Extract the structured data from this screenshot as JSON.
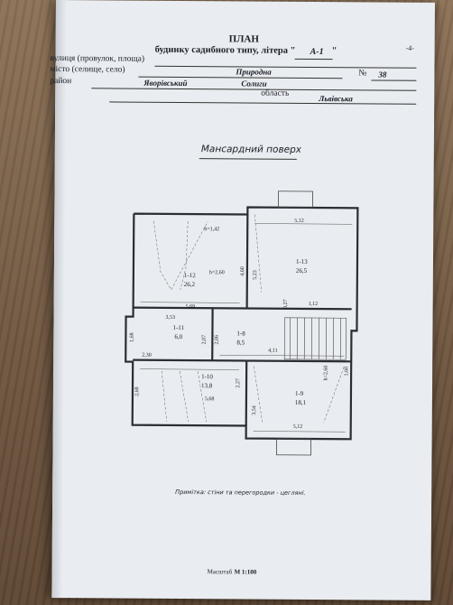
{
  "header": {
    "title": "ПЛАН",
    "page_number": "-4-",
    "subtitle": "будинку садибного типу, літера \"",
    "litera": "А-1",
    "quote_close": "\""
  },
  "address": {
    "street_label": "вулиця (провулок, площа)",
    "city_label": "місто (селище, село)",
    "city_value": "Природна",
    "number_label": "№",
    "number_value": "38",
    "district_label": "район",
    "district_value": "Яворівський",
    "village_value": "Солиги",
    "region_label": "область",
    "region_value": "Львівська"
  },
  "floor_title": "Мансардний поверх",
  "rooms": [
    {
      "id": "1-12",
      "area": "26,2"
    },
    {
      "id": "1-13",
      "area": "26,5"
    },
    {
      "id": "1-11",
      "area": "6,0"
    },
    {
      "id": "1-8",
      "area": "8,5"
    },
    {
      "id": "1-10",
      "area": "13,8"
    },
    {
      "id": "1-9",
      "area": "18,1"
    }
  ],
  "dimensions": [
    "h=1,42",
    "h=2,60",
    "4,60",
    "5,69",
    "5,12",
    "5,23",
    "0,27",
    "1,12",
    "3,53",
    "1,68",
    "2,07",
    "2,06",
    "4,11",
    "2,30",
    "2,68",
    "2,27",
    "5,68",
    "3,54",
    "h=2,60",
    "1,60",
    "5,12"
  ],
  "note": "Примітка: стіни та перегородки - цегляні.",
  "scale": {
    "label": "Масштаб",
    "value": "М 1:100"
  }
}
